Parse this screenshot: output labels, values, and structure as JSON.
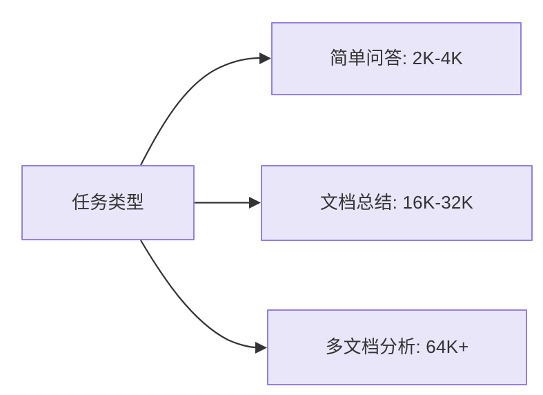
{
  "diagram": {
    "type": "flowchart",
    "direction": "left-to-right",
    "background_color": "#ffffff",
    "node_fill_color": "#e9e6fa",
    "node_border_color": "#9580dd",
    "text_color": "#333333",
    "edge_color": "#333333",
    "root": {
      "id": "root",
      "label": "任务类型"
    },
    "branches": [
      {
        "id": "simple-qa",
        "label": "简单问答: 2K-4K",
        "task": "简单问答",
        "range": "2K-4K",
        "edge_style": "curved-up",
        "arrow": "filled-triangle"
      },
      {
        "id": "doc-summary",
        "label": "文档总结: 16K-32K",
        "task": "文档总结",
        "range": "16K-32K",
        "edge_style": "straight",
        "arrow": "filled-triangle"
      },
      {
        "id": "multi-doc",
        "label": "多文档分析: 64K+",
        "task": "多文档分析",
        "range": "64K+",
        "edge_style": "curved-down",
        "arrow": "filled-triangle"
      }
    ]
  }
}
